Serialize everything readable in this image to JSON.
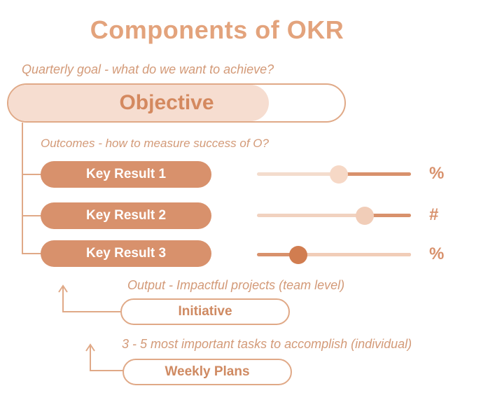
{
  "title": "Components of OKR",
  "objective": {
    "caption": "Quarterly goal - what do we want to achieve?",
    "label": "Objective"
  },
  "key_results": {
    "caption": "Outcomes - how to measure success of O?",
    "items": [
      {
        "label": "Key Result 1",
        "unit": "%",
        "progress": 0.53
      },
      {
        "label": "Key Result 2",
        "unit": "#",
        "progress": 0.7
      },
      {
        "label": "Key Result 3",
        "unit": "%",
        "progress": 0.27
      }
    ]
  },
  "initiative": {
    "caption": "Output - Impactful projects (team level)",
    "label": "Initiative"
  },
  "weekly_plans": {
    "caption": "3 - 5 most important tasks to accomplish (individual)",
    "label": "Weekly Plans"
  },
  "colors": {
    "accent": "#d8916c",
    "light": "#f6ddd0",
    "title": "#e3a37c"
  }
}
